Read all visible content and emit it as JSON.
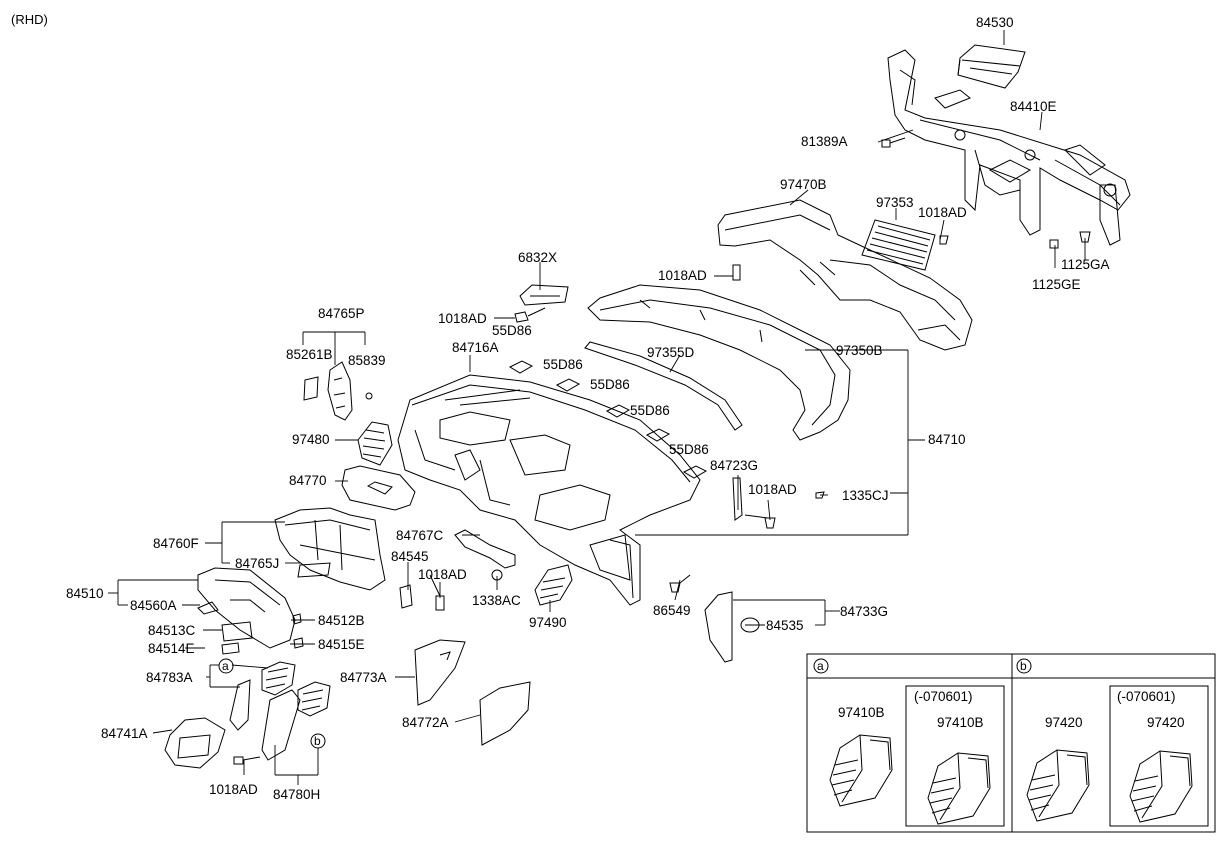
{
  "note": "(RHD)",
  "parts": {
    "p84530": "84530",
    "p84410E": "84410E",
    "p81389A": "81389A",
    "p97470B": "97470B",
    "p97353": "97353",
    "p1018AD_a": "1018AD",
    "p1018AD_b": "1018AD",
    "p1018AD_c": "1018AD",
    "p1018AD_d": "1018AD",
    "p1018AD_e": "1018AD",
    "p1018AD_f": "1018AD",
    "p1125GA": "1125GA",
    "p1125GE": "1125GE",
    "p6832X": "6832X",
    "p84765P": "84765P",
    "p85261B": "85261B",
    "p85839": "85839",
    "p55D86_a": "55D86",
    "p55D86_b": "55D86",
    "p55D86_c": "55D86",
    "p55D86_d": "55D86",
    "p55D86_e": "55D86",
    "p84716A": "84716A",
    "p97355D": "97355D",
    "p97350B": "97350B",
    "p97480": "97480",
    "p84710": "84710",
    "p84723G": "84723G",
    "p1335CJ": "1335CJ",
    "p84770": "84770",
    "p84760F": "84760F",
    "p84767C": "84767C",
    "p84765J": "84765J",
    "p84545": "84545",
    "p84510": "84510",
    "p84560A": "84560A",
    "p1338AC": "1338AC",
    "p86549": "86549",
    "p97490": "97490",
    "p84733G": "84733G",
    "p84535": "84535",
    "p84512B": "84512B",
    "p84513C": "84513C",
    "p84515E": "84515E",
    "p84514E": "84514E",
    "p84773A": "84773A",
    "p84783A": "84783A",
    "p84772A": "84772A",
    "p84741A": "84741A",
    "p84780H": "84780H"
  },
  "callouts": {
    "a": "a",
    "b": "b"
  },
  "inset": {
    "a_label": "a",
    "b_label": "b",
    "a_part": "97410B",
    "a_sub_header": "(-070601)",
    "a_sub_part": "97410B",
    "b_part": "97420",
    "b_sub_header": "(-070601)",
    "b_sub_part": "97420"
  }
}
